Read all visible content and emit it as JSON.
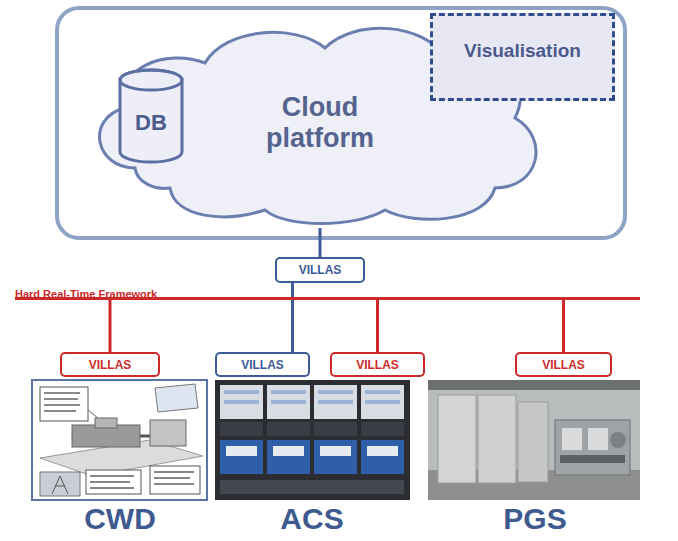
{
  "diagram": {
    "nodes": [
      {
        "text": [
          "Cloud platform"
        ]
      },
      {
        "text": [
          "DB"
        ],
        "in": 0
      },
      {
        "text": [
          "Visualisation"
        ]
      },
      {
        "text": [
          "VILLAS"
        ]
      },
      {
        "text": [
          "Hard Real-Time Framework"
        ]
      },
      {
        "text": [
          "VILLAS"
        ]
      },
      {
        "text": [
          "VILLAS"
        ]
      },
      {
        "text": [
          "VILLAS"
        ]
      },
      {
        "text": [
          "VILLAS"
        ]
      }
    ],
    "edges": [
      {
        "from": 0,
        "to": 3,
        "arrow": "none"
      },
      {
        "from": 3,
        "to": 6,
        "arrow": "none"
      },
      {
        "from": 4,
        "to": 5,
        "arrow": "none"
      },
      {
        "from": 4,
        "to": 7,
        "arrow": "none"
      },
      {
        "from": 4,
        "to": 8,
        "arrow": "none"
      }
    ],
    "labels": [
      "CWD",
      "ACS",
      "PGS"
    ]
  }
}
